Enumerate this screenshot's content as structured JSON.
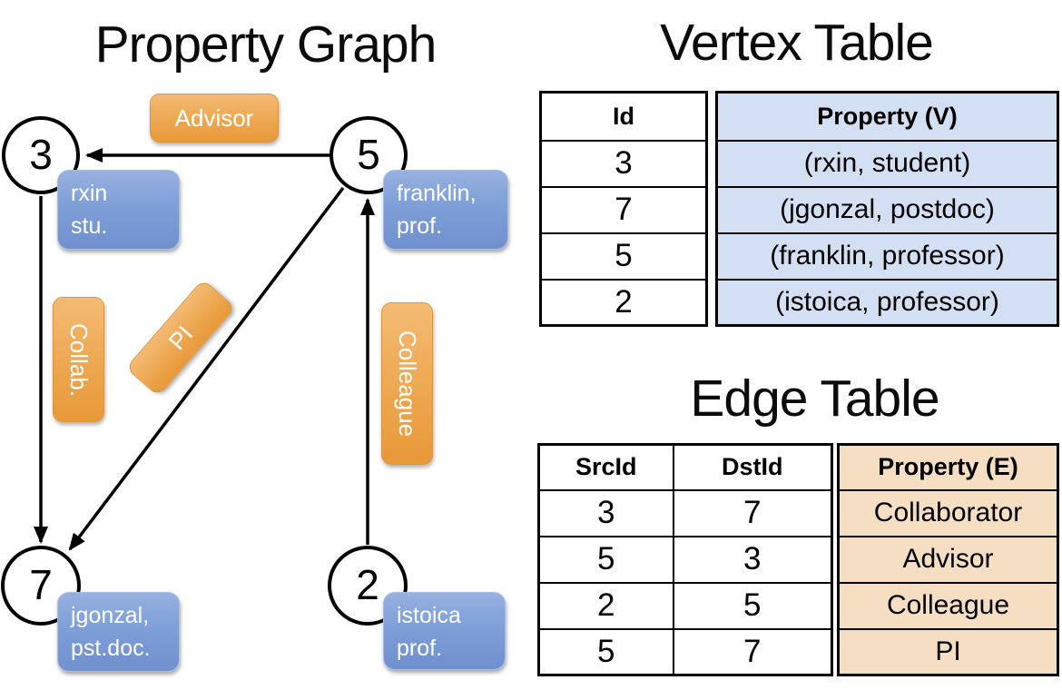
{
  "graph": {
    "title": "Property Graph",
    "nodes": [
      {
        "id": "3",
        "label_lines": [
          "rxin",
          "stu."
        ]
      },
      {
        "id": "5",
        "label_lines": [
          "franklin,",
          "prof."
        ]
      },
      {
        "id": "7",
        "label_lines": [
          "jgonzal,",
          "pst.doc."
        ]
      },
      {
        "id": "2",
        "label_lines": [
          "istoica",
          "prof."
        ]
      }
    ],
    "edge_labels": {
      "advisor": "Advisor",
      "collab": "Collab.",
      "pi": "PI",
      "colleague": "Colleague"
    }
  },
  "vertex_table": {
    "title": "Vertex Table",
    "columns": {
      "id": "Id",
      "property": "Property (V)"
    },
    "rows": [
      {
        "id": "3",
        "property": "(rxin, student)"
      },
      {
        "id": "7",
        "property": "(jgonzal, postdoc)"
      },
      {
        "id": "5",
        "property": "(franklin, professor)"
      },
      {
        "id": "2",
        "property": "(istoica, professor)"
      }
    ]
  },
  "edge_table": {
    "title": "Edge Table",
    "columns": {
      "src": "SrcId",
      "dst": "DstId",
      "property": "Property (E)"
    },
    "rows": [
      {
        "src": "3",
        "dst": "7",
        "property": "Collaborator"
      },
      {
        "src": "5",
        "dst": "3",
        "property": "Advisor"
      },
      {
        "src": "2",
        "dst": "5",
        "property": "Colleague"
      },
      {
        "src": "5",
        "dst": "7",
        "property": "PI"
      }
    ]
  },
  "colors": {
    "vertex_fill": "#7e9fd8",
    "edge_fill": "#eda750",
    "vertex_table_fill": "#d3dff2",
    "edge_table_fill": "#f6dec2",
    "line": "#000000"
  }
}
